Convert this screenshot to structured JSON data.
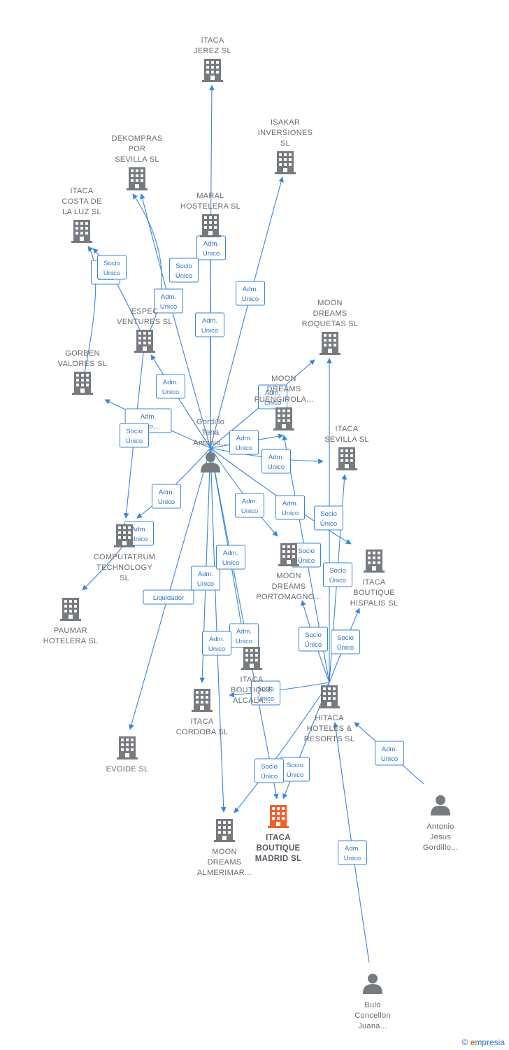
{
  "colors": {
    "edge": "#3a86d8",
    "node": "#777b80",
    "highlight": "#f0622e",
    "label": "#666a70"
  },
  "nodes": [
    {
      "id": "itaca_jerez",
      "kind": "company",
      "lines": [
        "ITACA",
        "JEREZ  SL"
      ]
    },
    {
      "id": "isakar",
      "kind": "company",
      "lines": [
        "ISAKAR",
        "INVERSIONES",
        "SL"
      ]
    },
    {
      "id": "dekompras",
      "kind": "company",
      "lines": [
        "DEKOMPRAS",
        "POR",
        "SEVILLA SL"
      ]
    },
    {
      "id": "itaca_costa",
      "kind": "company",
      "lines": [
        "ITACA",
        "COSTA DE",
        "LA LUZ  SL"
      ]
    },
    {
      "id": "maral",
      "kind": "company",
      "lines": [
        "MARAL",
        "HOSTELERA SL"
      ]
    },
    {
      "id": "espec",
      "kind": "company",
      "lines": [
        "ESPEC",
        "VENTURES  SL"
      ]
    },
    {
      "id": "moon_roquetas",
      "kind": "company",
      "lines": [
        "MOON",
        "DREAMS",
        "ROQUETAS  SL"
      ]
    },
    {
      "id": "gorben",
      "kind": "company",
      "lines": [
        "GORBEN",
        "VALORES  SL"
      ]
    },
    {
      "id": "moon_fuengirola",
      "kind": "company",
      "lines": [
        "MOON",
        "DREAMS",
        "FUENGIROLA..."
      ]
    },
    {
      "id": "itaca_sevilla",
      "kind": "company",
      "lines": [
        "ITACA",
        "SEVILLA  SL"
      ]
    },
    {
      "id": "gordillo_tena",
      "kind": "person",
      "lines": [
        "Gordillo",
        "Tena",
        "Antonio..."
      ]
    },
    {
      "id": "computatrum",
      "kind": "company",
      "lines": [
        "COMPUTATRUM",
        "TECHNOLOGY",
        "SL"
      ]
    },
    {
      "id": "moon_portomagno",
      "kind": "company",
      "lines": [
        "MOON",
        "DREAMS",
        "PORTOMAGNO..."
      ]
    },
    {
      "id": "itaca_hispalis",
      "kind": "company",
      "lines": [
        "ITACA",
        "BOUTIQUE",
        "HISPALIS  SL"
      ]
    },
    {
      "id": "paumar",
      "kind": "company",
      "lines": [
        "PAUMAR",
        "HOTELERA  SL"
      ]
    },
    {
      "id": "itaca_alcala",
      "kind": "company",
      "lines": [
        "ITACA",
        "BOUTIQUE",
        "ALCALA..."
      ]
    },
    {
      "id": "hitaca",
      "kind": "company",
      "lines": [
        "HITACA",
        "HOTELES &",
        "RESORTS SL"
      ]
    },
    {
      "id": "itaca_cordoba",
      "kind": "company",
      "lines": [
        "ITACA",
        "CORDOBA  SL"
      ]
    },
    {
      "id": "evoide",
      "kind": "company",
      "lines": [
        "EVOIDE  SL"
      ]
    },
    {
      "id": "antonio_jesus",
      "kind": "person",
      "lines": [
        "Antonio",
        "Jesus",
        "Gordillo..."
      ]
    },
    {
      "id": "moon_almerimar",
      "kind": "company",
      "lines": [
        "MOON",
        "DREAMS",
        "ALMERIMAR..."
      ]
    },
    {
      "id": "itaca_madrid",
      "kind": "company",
      "highlight": true,
      "lines": [
        "ITACA",
        "BOUTIQUE",
        "MADRID  SL"
      ]
    },
    {
      "id": "bulo",
      "kind": "person",
      "lines": [
        "Bulo",
        "Concellon",
        "Juana..."
      ]
    }
  ],
  "edges": [
    {
      "from": "gordillo_tena",
      "to": "itaca_jerez",
      "label": [
        "Adm.",
        "Unico"
      ]
    },
    {
      "from": "gordillo_tena",
      "to": "isakar",
      "label": [
        "Adm.",
        "Unico"
      ]
    },
    {
      "from": "gordillo_tena",
      "to": "dekompras",
      "label": [
        "Adm.",
        "Unico"
      ]
    },
    {
      "from": "gordillo_tena",
      "to": "maral",
      "label": [
        "Adm.",
        "Unico"
      ]
    },
    {
      "from": "gordillo_tena",
      "to": "espec",
      "label": [
        "Adm.",
        "Unico"
      ]
    },
    {
      "from": "gordillo_tena",
      "to": "gorben",
      "label": [
        "Adm.",
        "Unico,..."
      ]
    },
    {
      "from": "gordillo_tena",
      "to": "moon_roquetas",
      "label": [
        "Adm.",
        "Unico"
      ]
    },
    {
      "from": "gordillo_tena",
      "to": "moon_fuengirola",
      "label": [
        "Adm.",
        "Unico"
      ]
    },
    {
      "from": "gordillo_tena",
      "to": "itaca_sevilla",
      "label": [
        "Adm.",
        "Unico"
      ]
    },
    {
      "from": "gordillo_tena",
      "to": "computatrum",
      "label": [
        "Adm.",
        "Unico"
      ]
    },
    {
      "from": "gordillo_tena",
      "to": "moon_portomagno",
      "label": [
        "Adm.",
        "Unico"
      ]
    },
    {
      "from": "gordillo_tena",
      "to": "itaca_hispalis",
      "label": [
        "Adm.",
        "Unico"
      ]
    },
    {
      "from": "gordillo_tena",
      "to": "itaca_cordoba",
      "label": [
        "Adm.",
        "Unico"
      ]
    },
    {
      "from": "gordillo_tena",
      "to": "itaca_alcala",
      "label": [
        "Adm.",
        "Unico"
      ]
    },
    {
      "from": "gordillo_tena",
      "to": "moon_almerimar",
      "label": [
        "Adm.",
        "Unico"
      ]
    },
    {
      "from": "gordillo_tena",
      "to": "itaca_madrid",
      "label": [
        "Adm.",
        "Unico"
      ]
    },
    {
      "from": "gordillo_tena",
      "to": "evoide",
      "label": [
        "Liquidador"
      ]
    },
    {
      "from": "gorben",
      "to": "itaca_costa",
      "label": [
        "Socio",
        "Único"
      ]
    },
    {
      "from": "espec",
      "to": "itaca_costa",
      "label": [
        "Socio",
        "Único"
      ]
    },
    {
      "from": "espec",
      "to": "dekompras",
      "label": [
        "Socio",
        "Único"
      ]
    },
    {
      "from": "espec",
      "to": "computatrum",
      "label": [
        "Socio",
        "Único"
      ]
    },
    {
      "from": "computatrum",
      "to": "paumar",
      "label": [
        "Adm.",
        "Unico"
      ]
    },
    {
      "from": "hitaca",
      "to": "moon_roquetas",
      "label": [
        "Socio",
        "Único"
      ]
    },
    {
      "from": "hitaca",
      "to": "moon_fuengirola",
      "label": [
        "Socio",
        "Único"
      ]
    },
    {
      "from": "hitaca",
      "to": "itaca_sevilla",
      "label": [
        "Socio",
        "Único"
      ]
    },
    {
      "from": "hitaca",
      "to": "moon_portomagno",
      "label": [
        "Socio",
        "Único"
      ]
    },
    {
      "from": "hitaca",
      "to": "itaca_hispalis",
      "label": [
        "Socio",
        "Único"
      ]
    },
    {
      "from": "hitaca",
      "to": "itaca_alcala",
      "label": [
        "Socio",
        "Único"
      ]
    },
    {
      "from": "hitaca",
      "to": "itaca_madrid",
      "label": [
        "Socio",
        "Único"
      ]
    },
    {
      "from": "hitaca",
      "to": "moon_almerimar",
      "label": [
        "Socio",
        "Único"
      ]
    },
    {
      "from": "antonio_jesus",
      "to": "hitaca",
      "label": [
        "Adm.",
        "Unico"
      ]
    },
    {
      "from": "bulo",
      "to": "hitaca",
      "label": [
        "Adm.",
        "Unico"
      ]
    }
  ],
  "brand": {
    "symbol": "©",
    "initial": "e",
    "rest": "mpresia"
  }
}
